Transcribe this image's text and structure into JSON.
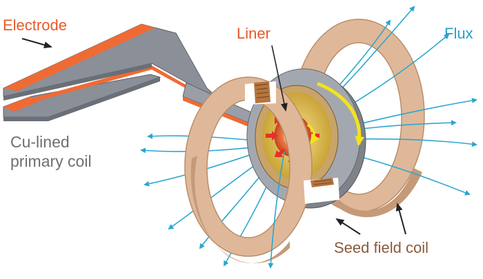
{
  "labels": {
    "electrode": "Electrode",
    "liner": "Liner",
    "flux": "Flux",
    "primary_coil_line1": "Cu-lined",
    "primary_coil_line2": "primary coil",
    "seed_field_coil": "Seed field coil"
  },
  "colors": {
    "electrode": "#e8592a",
    "liner": "#e8592a",
    "flux": "#2b9ec9",
    "primary_coil": "#6f6f6f",
    "seed_field_coil": "#8a5a3a",
    "electrode_copper": "#f06a33",
    "coil_steel": "#8b8f97",
    "seed_coil_body": "#dfb899",
    "flux_lines": "#2aa6cf",
    "current_arrows": "#f4e31a",
    "compression_arrows": "#e4322a"
  },
  "icons": {
    "pointer": "arrow-icon",
    "rotation": "curved-arrow-icon",
    "compression": "inward-arrow-icon"
  }
}
